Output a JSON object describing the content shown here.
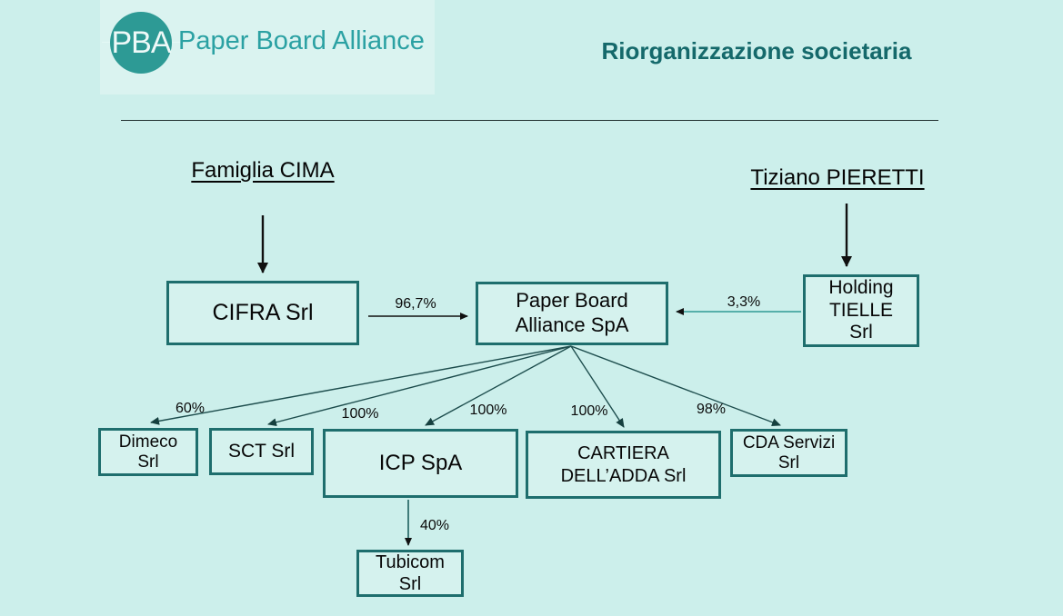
{
  "header": {
    "logo": {
      "abbr": "PBA",
      "brand": "Paper Board Alliance"
    },
    "title": "Riorganizzazione societaria"
  },
  "owners": {
    "cima": {
      "name": "Famiglia CIMA"
    },
    "pieretti": {
      "name": "Tiziano PIERETTI"
    }
  },
  "companies": {
    "cifra": {
      "name": "CIFRA Srl"
    },
    "pba": {
      "lines": [
        "Paper Board",
        "Alliance SpA"
      ]
    },
    "tielle": {
      "lines": [
        "Holding",
        "TIELLE",
        "Srl"
      ]
    },
    "dimeco": {
      "lines": [
        "Dimeco",
        "Srl"
      ]
    },
    "sct": {
      "name": "SCT Srl"
    },
    "icp": {
      "name": "ICP SpA"
    },
    "cartiera": {
      "lines": [
        "CARTIERA",
        "DELL’ADDA Srl"
      ]
    },
    "cda": {
      "lines": [
        "CDA Servizi",
        "Srl"
      ]
    },
    "tubicom": {
      "lines": [
        "Tubicom",
        "Srl"
      ]
    }
  },
  "ownership": {
    "cifra_to_pba": "96,7%",
    "tielle_to_pba": "3,3%",
    "pba_to_dimeco": "60%",
    "pba_to_sct": "100%",
    "pba_to_icp": "100%",
    "pba_to_cartiera": "100%",
    "pba_to_cda": "98%",
    "icp_to_tubicom": "40%"
  },
  "colors": {
    "background": "#ccefeb",
    "box_border": "#1e6e6d",
    "box_fill": "#d5f2ee",
    "brand_teal": "#2ba1a3",
    "title_teal": "#15696b",
    "logo_circle": "#2d9a95",
    "arrow_dark_teal": "#1d4d4d",
    "arrow_black": "#101010"
  }
}
